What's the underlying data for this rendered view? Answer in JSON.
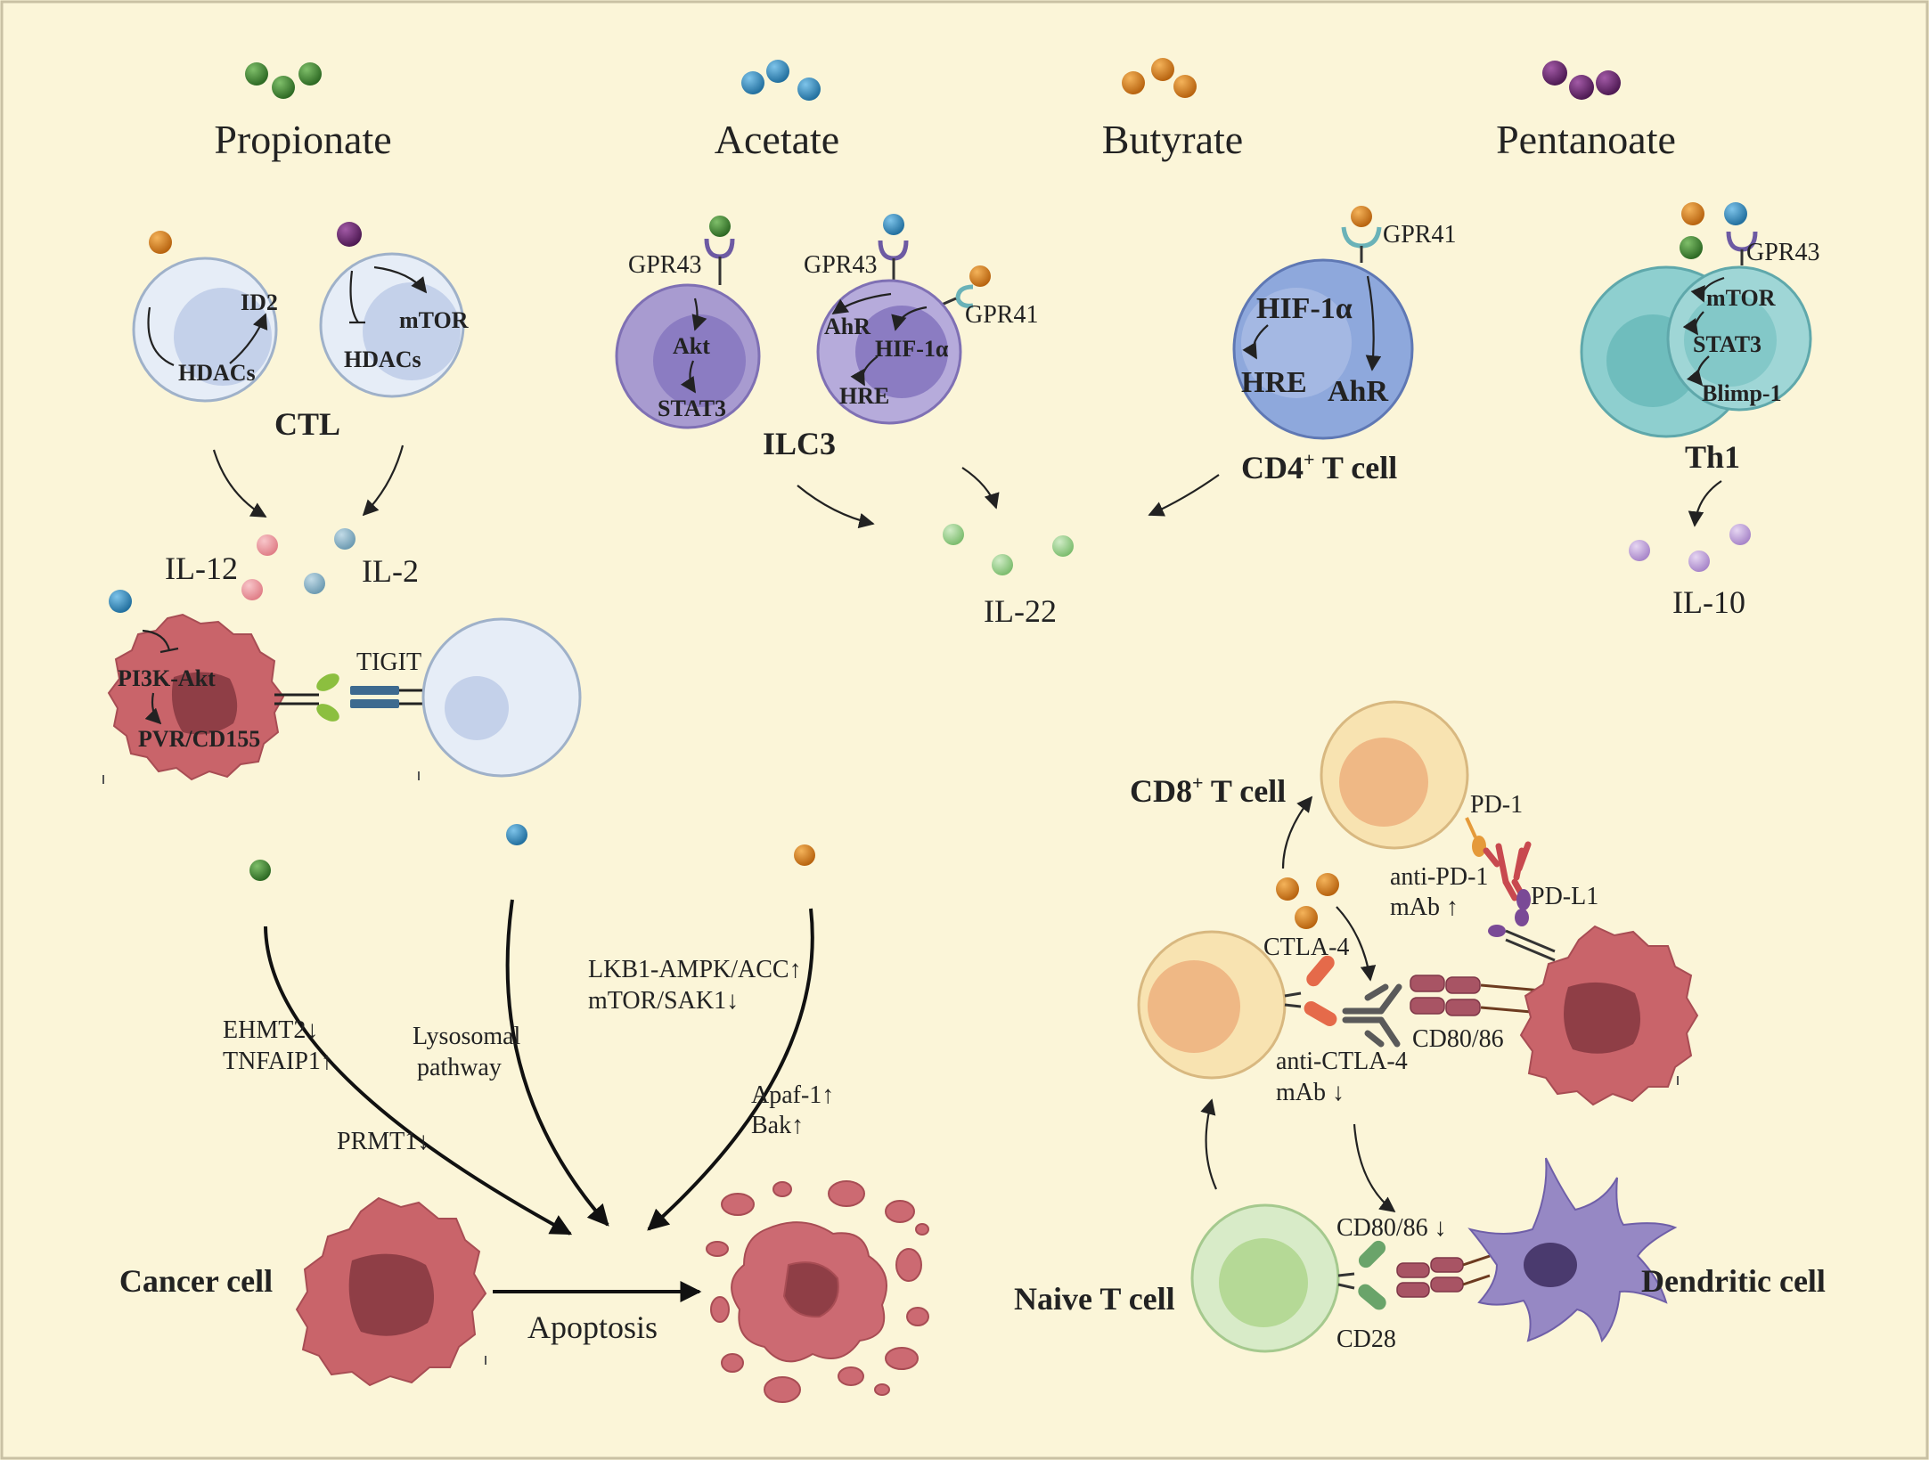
{
  "colors": {
    "background": "#fbf5d8",
    "propionate": "#3f7d33",
    "acetate": "#3b8fc0",
    "butyrate": "#d9821c",
    "pentanoate": "#6f2a73",
    "il12": "#ef9fa6",
    "il2": "#8fb6c9",
    "il22": "#9ed08f",
    "il10": "#c4a5dc",
    "cancer_cell": "#c9646a",
    "ctl": "#dbe6f3",
    "ilc3": "#a89bd0",
    "cd4": "#8ea8dc",
    "th1": "#8ecfcf",
    "cd8": "#f6dba2",
    "naive": "#cfe6bf",
    "dendritic": "#9688c4"
  },
  "scfa": {
    "propionate": "Propionate",
    "acetate": "Acetate",
    "butyrate": "Butyrate",
    "pentanoate": "Pentanoate"
  },
  "ctl": {
    "id2": "ID2",
    "hdacs_a": "HDACs",
    "mtor": "mTOR",
    "hdacs_b": "HDACs",
    "name": "CTL"
  },
  "cytokines": {
    "il12": "IL-12",
    "il2": "IL-2",
    "il22": "IL-22",
    "il10": "IL-10"
  },
  "ilc3": {
    "gpr43_a": "GPR43",
    "akt": "Akt",
    "stat3": "STAT3",
    "gpr43_b": "GPR43",
    "gpr41": "GPR41",
    "ahr": "AhR",
    "hif": "HIF-1α",
    "hre": "HRE",
    "name": "ILC3"
  },
  "cd4": {
    "gpr41": "GPR41",
    "hif": "HIF-1α",
    "hre": "HRE",
    "ahr": "AhR",
    "name": "CD4",
    "sup": "+",
    "suffix": " T cell"
  },
  "th1": {
    "gpr43": "GPR43",
    "mtor": "mTOR",
    "stat3": "STAT3",
    "blimp": "Blimp-1",
    "name": "Th1"
  },
  "tigit": {
    "pi3k": "PI3K-Akt",
    "pvr": "PVR/CD155",
    "tigit": "TIGIT"
  },
  "apoptosis": {
    "ehmt2": "EHMT2↓",
    "tnfaip1": "TNFAIP1↑",
    "prmt1": "PRMT1↓",
    "lyso1": "Lysosomal",
    "lyso2": "pathway",
    "lkb1": "LKB1-AMPK/ACC↑",
    "mtor_sak1": "mTOR/SAK1↓",
    "apaf1": "Apaf-1↑",
    "bak": "Bak↑",
    "cancer_cell": "Cancer cell",
    "apoptosis": "Apoptosis"
  },
  "checkpoint": {
    "cd8_name": "CD8",
    "cd8_sup": "+",
    "cd8_suffix": " T cell",
    "pd1": "PD-1",
    "anti_pd1_a": "anti-PD-1",
    "anti_pd1_b": "mAb ↑",
    "pdl1": "PD-L1",
    "ctla4": "CTLA-4",
    "cd80_86": "CD80/86",
    "anti_ctla4_a": "anti-CTLA-4",
    "anti_ctla4_b": "mAb ↓",
    "cd80_86_down": "CD80/86 ↓",
    "cd28": "CD28",
    "naive": "Naive T cell",
    "dendritic": "Dendritic cell"
  }
}
